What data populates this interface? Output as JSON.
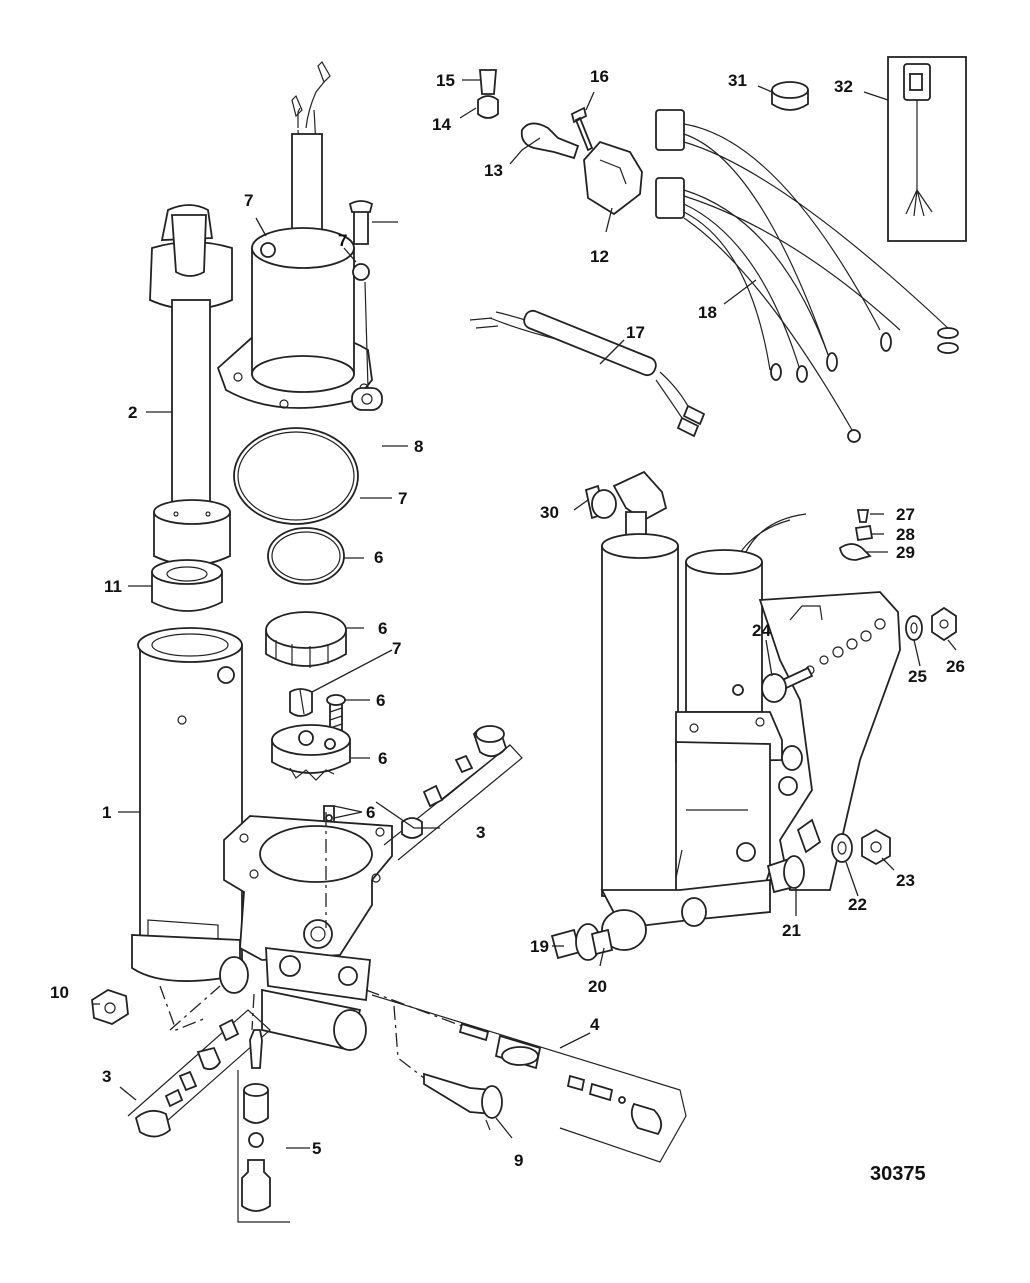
{
  "figure_number": "30375",
  "callouts": [
    "1",
    "2",
    "3",
    "3",
    "4",
    "5",
    "6",
    "6",
    "6",
    "6",
    "6",
    "7",
    "7",
    "7",
    "7",
    "8",
    "9",
    "10",
    "11",
    "12",
    "13",
    "14",
    "15",
    "16",
    "17",
    "18",
    "19",
    "20",
    "21",
    "22",
    "23",
    "24",
    "25",
    "26",
    "27",
    "28",
    "29",
    "30",
    "31",
    "32"
  ]
}
